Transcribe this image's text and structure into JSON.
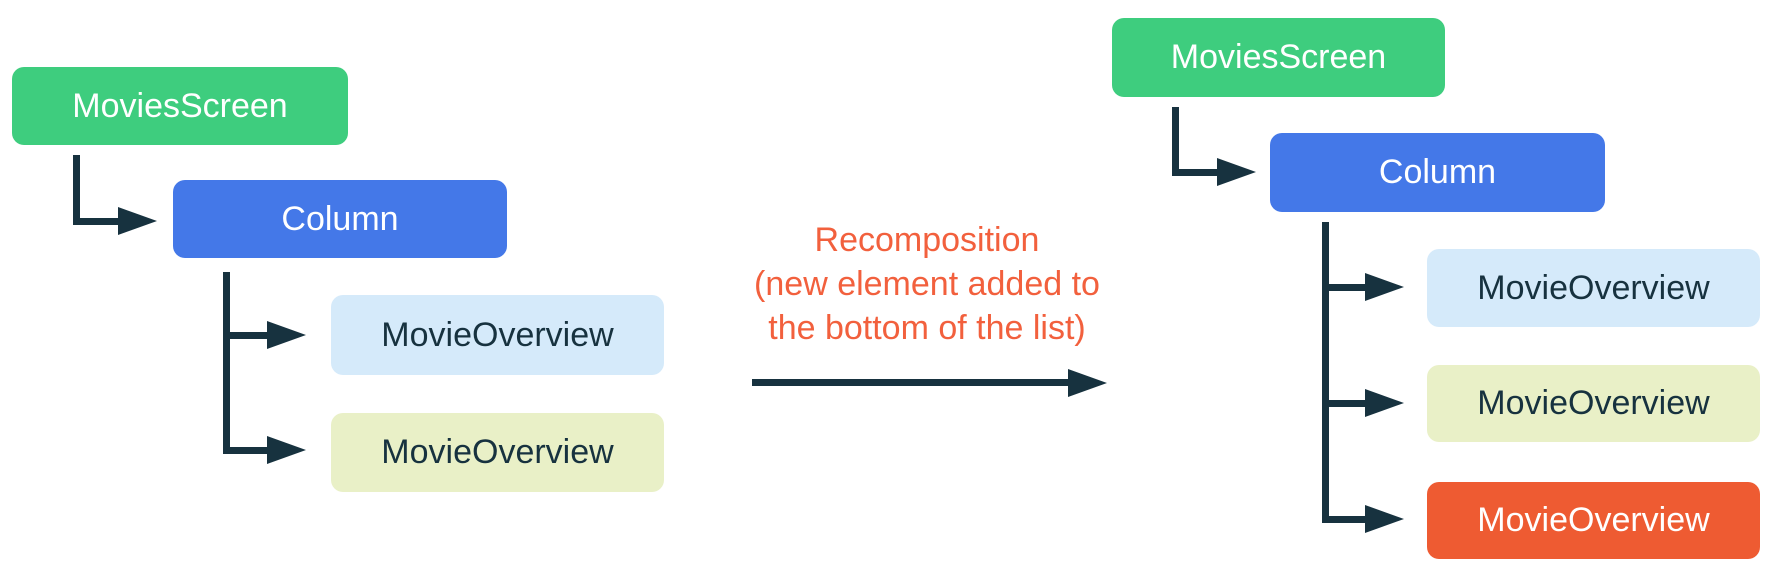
{
  "colors": {
    "green": "#3ECD7E",
    "blue": "#4478E8",
    "light_blue": "#D5EAFA",
    "pale_yellow": "#E9F0C7",
    "orange": "#EE5B32",
    "dark": "#17323F",
    "annotation_orange": "#F2603D",
    "white_label": "#FFFFFF"
  },
  "left_tree": {
    "root": "MoviesScreen",
    "container": "Column",
    "children": [
      {
        "label": "MovieOverview",
        "color": "#D5EAFA"
      },
      {
        "label": "MovieOverview",
        "color": "#E9F0C7"
      }
    ]
  },
  "annotation": {
    "line1": "Recomposition",
    "line2": "(new element added to",
    "line3": "the bottom of the list)"
  },
  "right_tree": {
    "root": "MoviesScreen",
    "container": "Column",
    "children": [
      {
        "label": "MovieOverview",
        "color": "#D5EAFA"
      },
      {
        "label": "MovieOverview",
        "color": "#E9F0C7"
      },
      {
        "label": "MovieOverview",
        "color": "#EE5B32",
        "highlight": true
      }
    ]
  }
}
